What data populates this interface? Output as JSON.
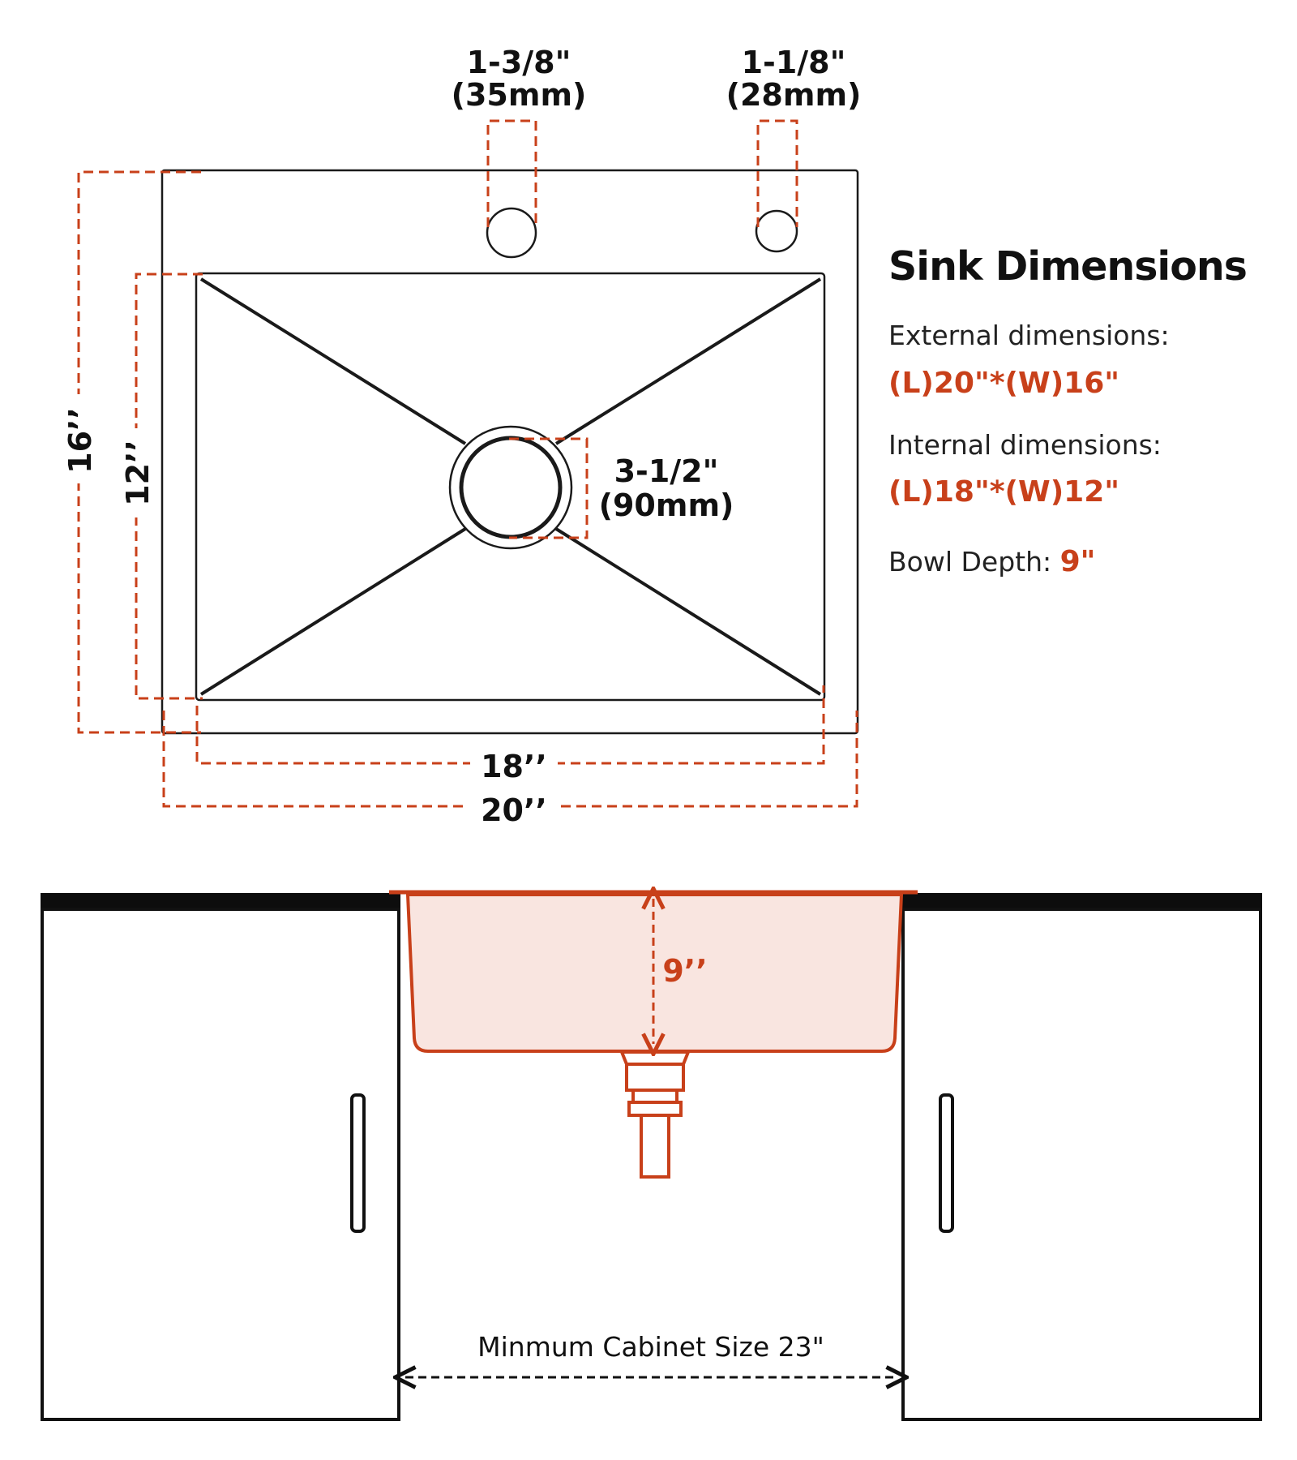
{
  "panel": {
    "title": "Sink Dimensions",
    "external_label": "External dimensions:",
    "external_value": "(L)20\"*(W)16\"",
    "internal_label": "Internal dimensions:",
    "internal_value": "(L)18\"*(W)12\"",
    "depth_label": "Bowl Depth: ",
    "depth_value": "9\""
  },
  "top_view": {
    "hole1_line1": "1-3/8\"",
    "hole1_line2": "(35mm)",
    "hole2_line1": "1-1/8\"",
    "hole2_line2": "(28mm)",
    "drain_line1": "3-1/2\"",
    "drain_line2": "(90mm)",
    "outer_height": "16’’",
    "inner_height": "12’’",
    "inner_width": "18’’",
    "outer_width": "20’’"
  },
  "front_view": {
    "depth": "9’’",
    "cabinet_label": "Minmum Cabinet Size 23\""
  },
  "colors": {
    "accent": "#c8401a",
    "line": "#1a1a1a",
    "bowl_fill": "#f9e5e0"
  }
}
